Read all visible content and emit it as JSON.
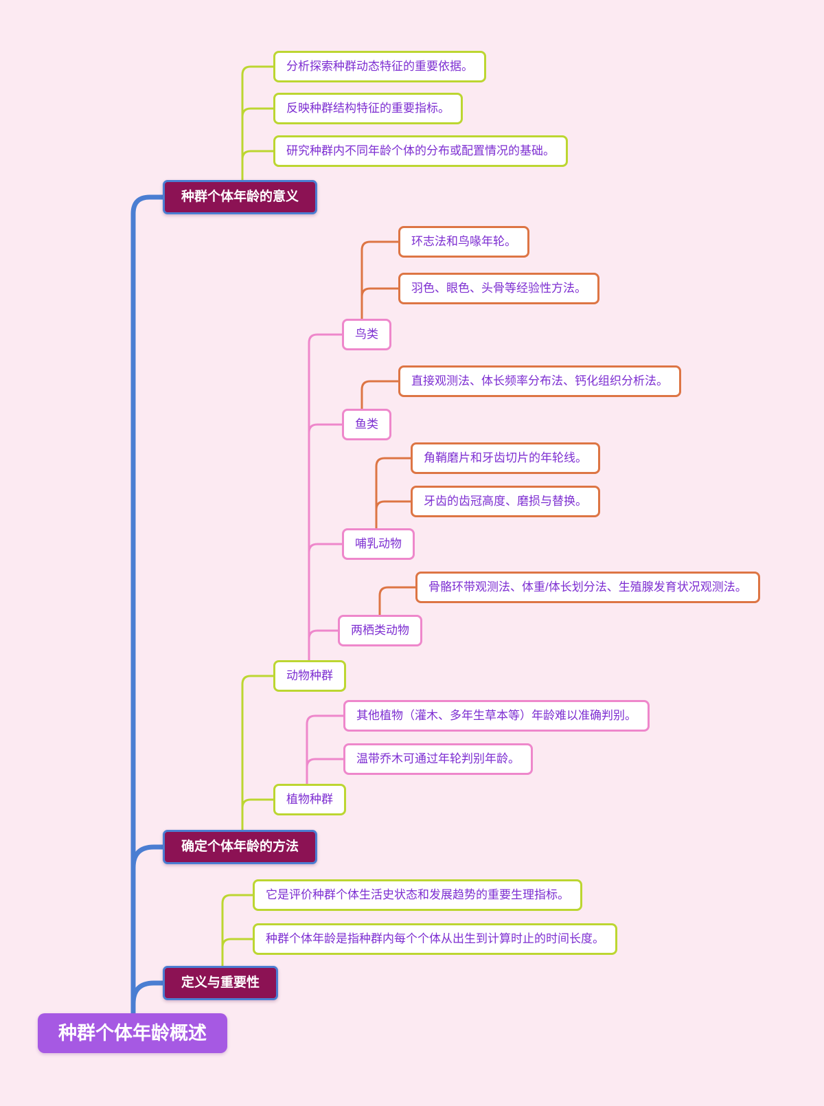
{
  "root": {
    "label": "种群个体年龄概述"
  },
  "branches": [
    {
      "label": "种群个体年龄的意义",
      "leaves": [
        "分析探索种群动态特征的重要依据。",
        "反映种群结构特征的重要指标。",
        "研究种群内不同年龄个体的分布或配置情况的基础。"
      ]
    },
    {
      "label": "确定个体年龄的方法",
      "groups": [
        {
          "label": "动物种群",
          "subgroups": [
            {
              "label": "鸟类",
              "leaves": [
                "环志法和鸟喙年轮。",
                "羽色、眼色、头骨等经验性方法。"
              ]
            },
            {
              "label": "鱼类",
              "leaves": [
                "直接观测法、体长频率分布法、钙化组织分析法。"
              ]
            },
            {
              "label": "哺乳动物",
              "leaves": [
                "角鞘磨片和牙齿切片的年轮线。",
                "牙齿的齿冠高度、磨损与替换。"
              ]
            },
            {
              "label": "两栖类动物",
              "leaves": [
                "骨骼环带观测法、体重/体长划分法、生殖腺发育状况观测法。"
              ]
            }
          ]
        },
        {
          "label": "植物种群",
          "leaves": [
            "其他植物（灌木、多年生草本等）年龄难以准确判别。",
            "温带乔木可通过年轮判别年龄。"
          ]
        }
      ]
    },
    {
      "label": "定义与重要性",
      "leaves": [
        "它是评价种群个体生活史状态和发展趋势的重要生理指标。",
        "种群个体年龄是指种群内每个个体从出生到计算时止的时间长度。"
      ]
    }
  ],
  "colors": {
    "background": "#fceaf2",
    "trunk_blue": "#4a7ed2",
    "branch_node_fill": "#8c1254",
    "branch_node_border": "#4a7ed2",
    "green_accent": "#bcd631",
    "orange_accent": "#dd7544",
    "pink_accent": "#ee87cb",
    "root_fill": "#a659e3",
    "text_purple": "#7d2ed1",
    "node_text_white": "#ffffff"
  }
}
